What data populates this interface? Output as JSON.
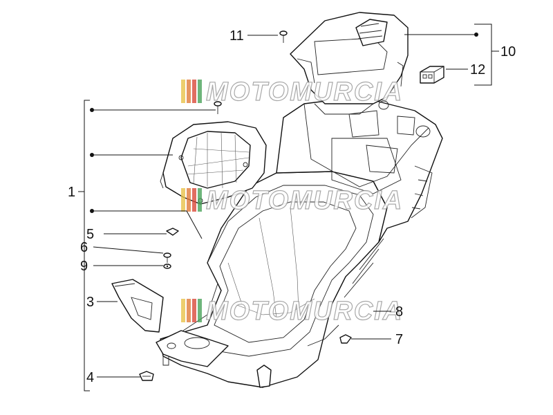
{
  "watermark": {
    "text": "MOTOMURCIA",
    "colors": [
      "#e8c24a",
      "#e07a3a",
      "#d94a3a",
      "#4aa35a"
    ]
  },
  "callouts": [
    {
      "id": "1",
      "label": "1"
    },
    {
      "id": "3",
      "label": "3"
    },
    {
      "id": "4",
      "label": "4"
    },
    {
      "id": "5",
      "label": "5"
    },
    {
      "id": "6",
      "label": "6"
    },
    {
      "id": "7",
      "label": "7"
    },
    {
      "id": "8",
      "label": "8"
    },
    {
      "id": "9",
      "label": "9"
    },
    {
      "id": "10",
      "label": "10"
    },
    {
      "id": "11",
      "label": "11"
    },
    {
      "id": "12",
      "label": "12"
    }
  ]
}
